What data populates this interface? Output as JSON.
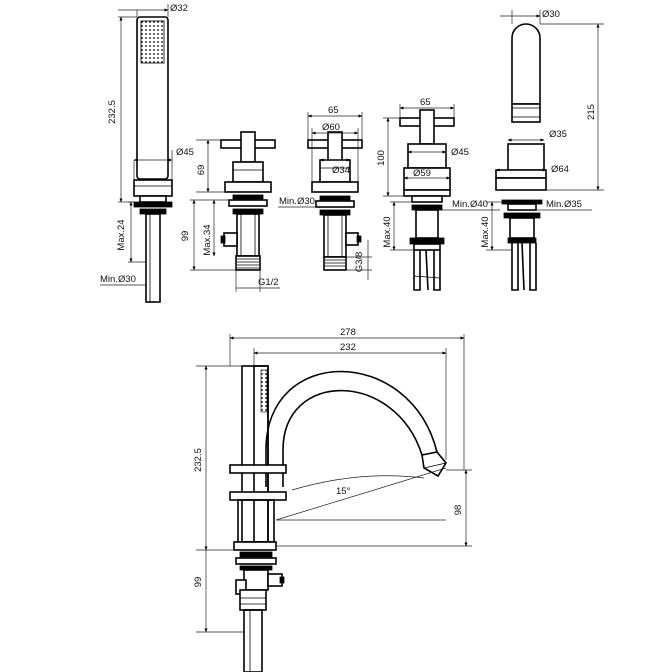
{
  "labels": {
    "shower_head_width": "Ø32",
    "shower_height": "232.5",
    "shower_base_dia": "Ø45",
    "shower_max": "Max.24",
    "shower_min_hole": "Min.Ø30",
    "valve_height": "69",
    "valve_body": "99",
    "valve_max": "Max.34",
    "valve_thread": "G1/2",
    "div_width": "65",
    "div_dia60": "Ø60",
    "div_dia34": "Ø34",
    "div_min_hole": "Min.Ø30",
    "div_thread": "G3/8",
    "mix_width": "65",
    "mix_height": "100",
    "mix_dia45": "Ø45",
    "mix_dia59": "Ø59",
    "mix_max": "Max.40",
    "mix_min_hole": "Min.Ø40",
    "spout_dia30": "Ø30",
    "spout_height": "215",
    "spout_dia35": "Ø35",
    "spout_dia64": "Ø64",
    "spout_max": "Max.40",
    "spout_min_hole": "Min.Ø35",
    "reach_total": "278",
    "reach_spout": "232",
    "side_height": "232.5",
    "angle": "15°",
    "outlet_height": "98",
    "side_under": "99"
  }
}
